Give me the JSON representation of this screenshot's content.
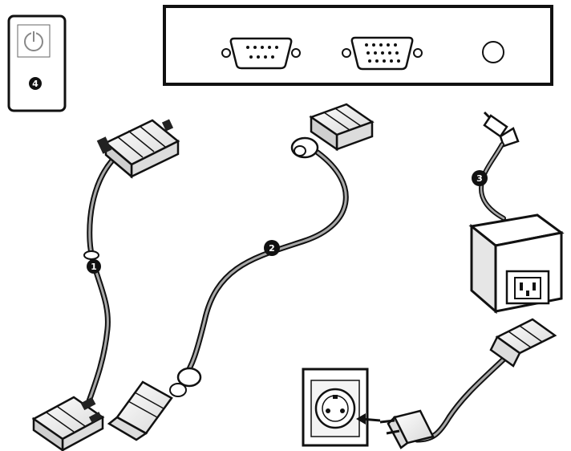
{
  "colors": {
    "line": "#111111",
    "background": "#ffffff",
    "callout_fill": "#111111",
    "callout_text": "#ffffff",
    "cable_gray": "#9a9a9a"
  },
  "icons": {
    "power_symbol": "power-icon",
    "callout_marker": "numbered-circle"
  },
  "callouts": {
    "power_button": "4",
    "serial_cable": "1",
    "vga_cable": "2",
    "power_adapter": "3"
  }
}
